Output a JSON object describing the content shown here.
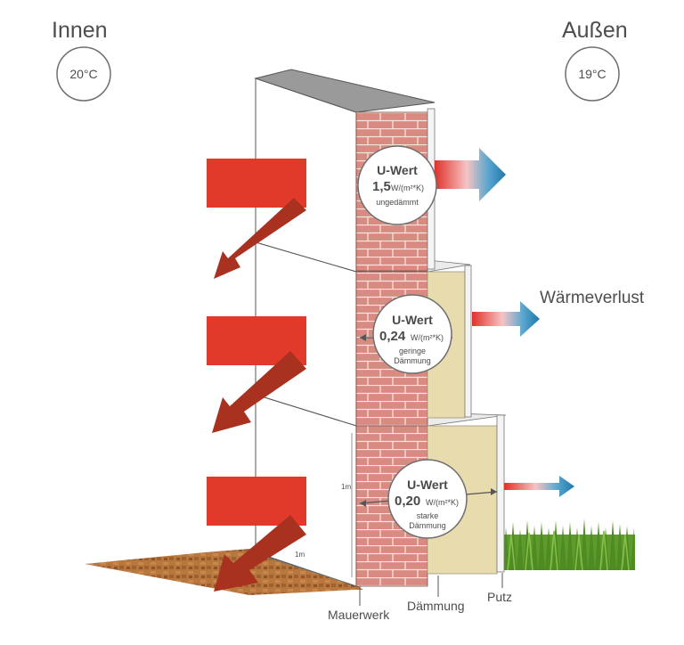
{
  "inside": {
    "title": "Innen",
    "temperature": "20°C"
  },
  "outside": {
    "title": "Außen",
    "temperature": "19°C"
  },
  "heat_loss_label": "Wärmeverlust",
  "walls": [
    {
      "title": "U-Wert",
      "value": "1,5",
      "unit": "W/(m²*K)",
      "desc_1": "ungedämmt",
      "desc_2": ""
    },
    {
      "title": "U-Wert",
      "value": "0,24",
      "unit": "W/(m²*K)",
      "desc_1": "geringe",
      "desc_2": "Dämmung"
    },
    {
      "title": "U-Wert",
      "value": "0,20",
      "unit": "W/(m²*K)",
      "desc_1": "starke",
      "desc_2": "Dämmung"
    }
  ],
  "dimensions": {
    "height": "1m",
    "width": "1m"
  },
  "layers": {
    "masonry": "Mauerwerk",
    "insulation": "Dämmung",
    "plaster": "Putz"
  },
  "colors": {
    "heat_red": "#e23a2a",
    "heat_dark": "#a8321f",
    "brick": "#d98b82",
    "insulation": "#e8dcae",
    "outward_blue": "#2a80b0"
  }
}
